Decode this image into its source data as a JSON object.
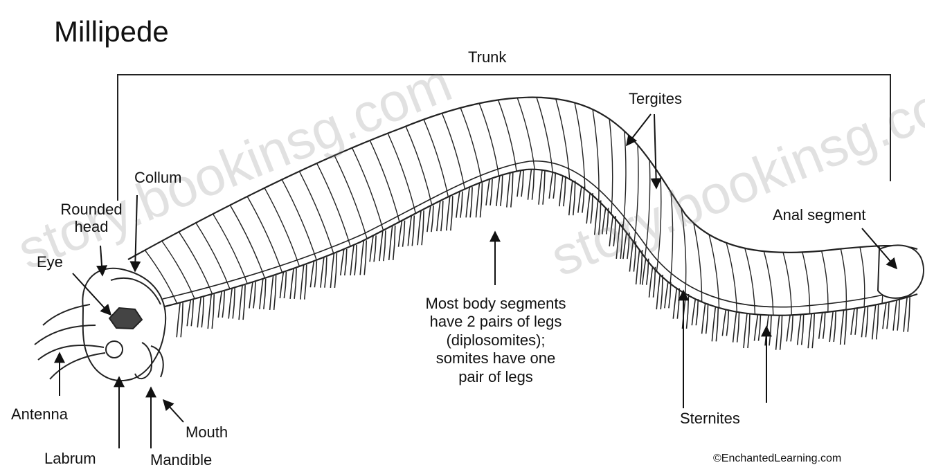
{
  "title": "Millipede",
  "labels": {
    "trunk": "Trunk",
    "tergites": "Tergites",
    "collum": "Collum",
    "rounded_head_1": "Rounded",
    "rounded_head_2": "head",
    "eye": "Eye",
    "anal_segment": "Anal segment",
    "antenna": "Antenna",
    "labrum": "Labrum",
    "mandible": "Mandible",
    "mouth": "Mouth",
    "sternites": "Sternites",
    "legs_note": [
      "Most body segments",
      "have 2 pairs of legs",
      "(diplosomites);",
      "somites have one",
      "pair of legs"
    ]
  },
  "credit": "©EnchantedLearning.com",
  "watermark": "story.bookinsg.com"
}
